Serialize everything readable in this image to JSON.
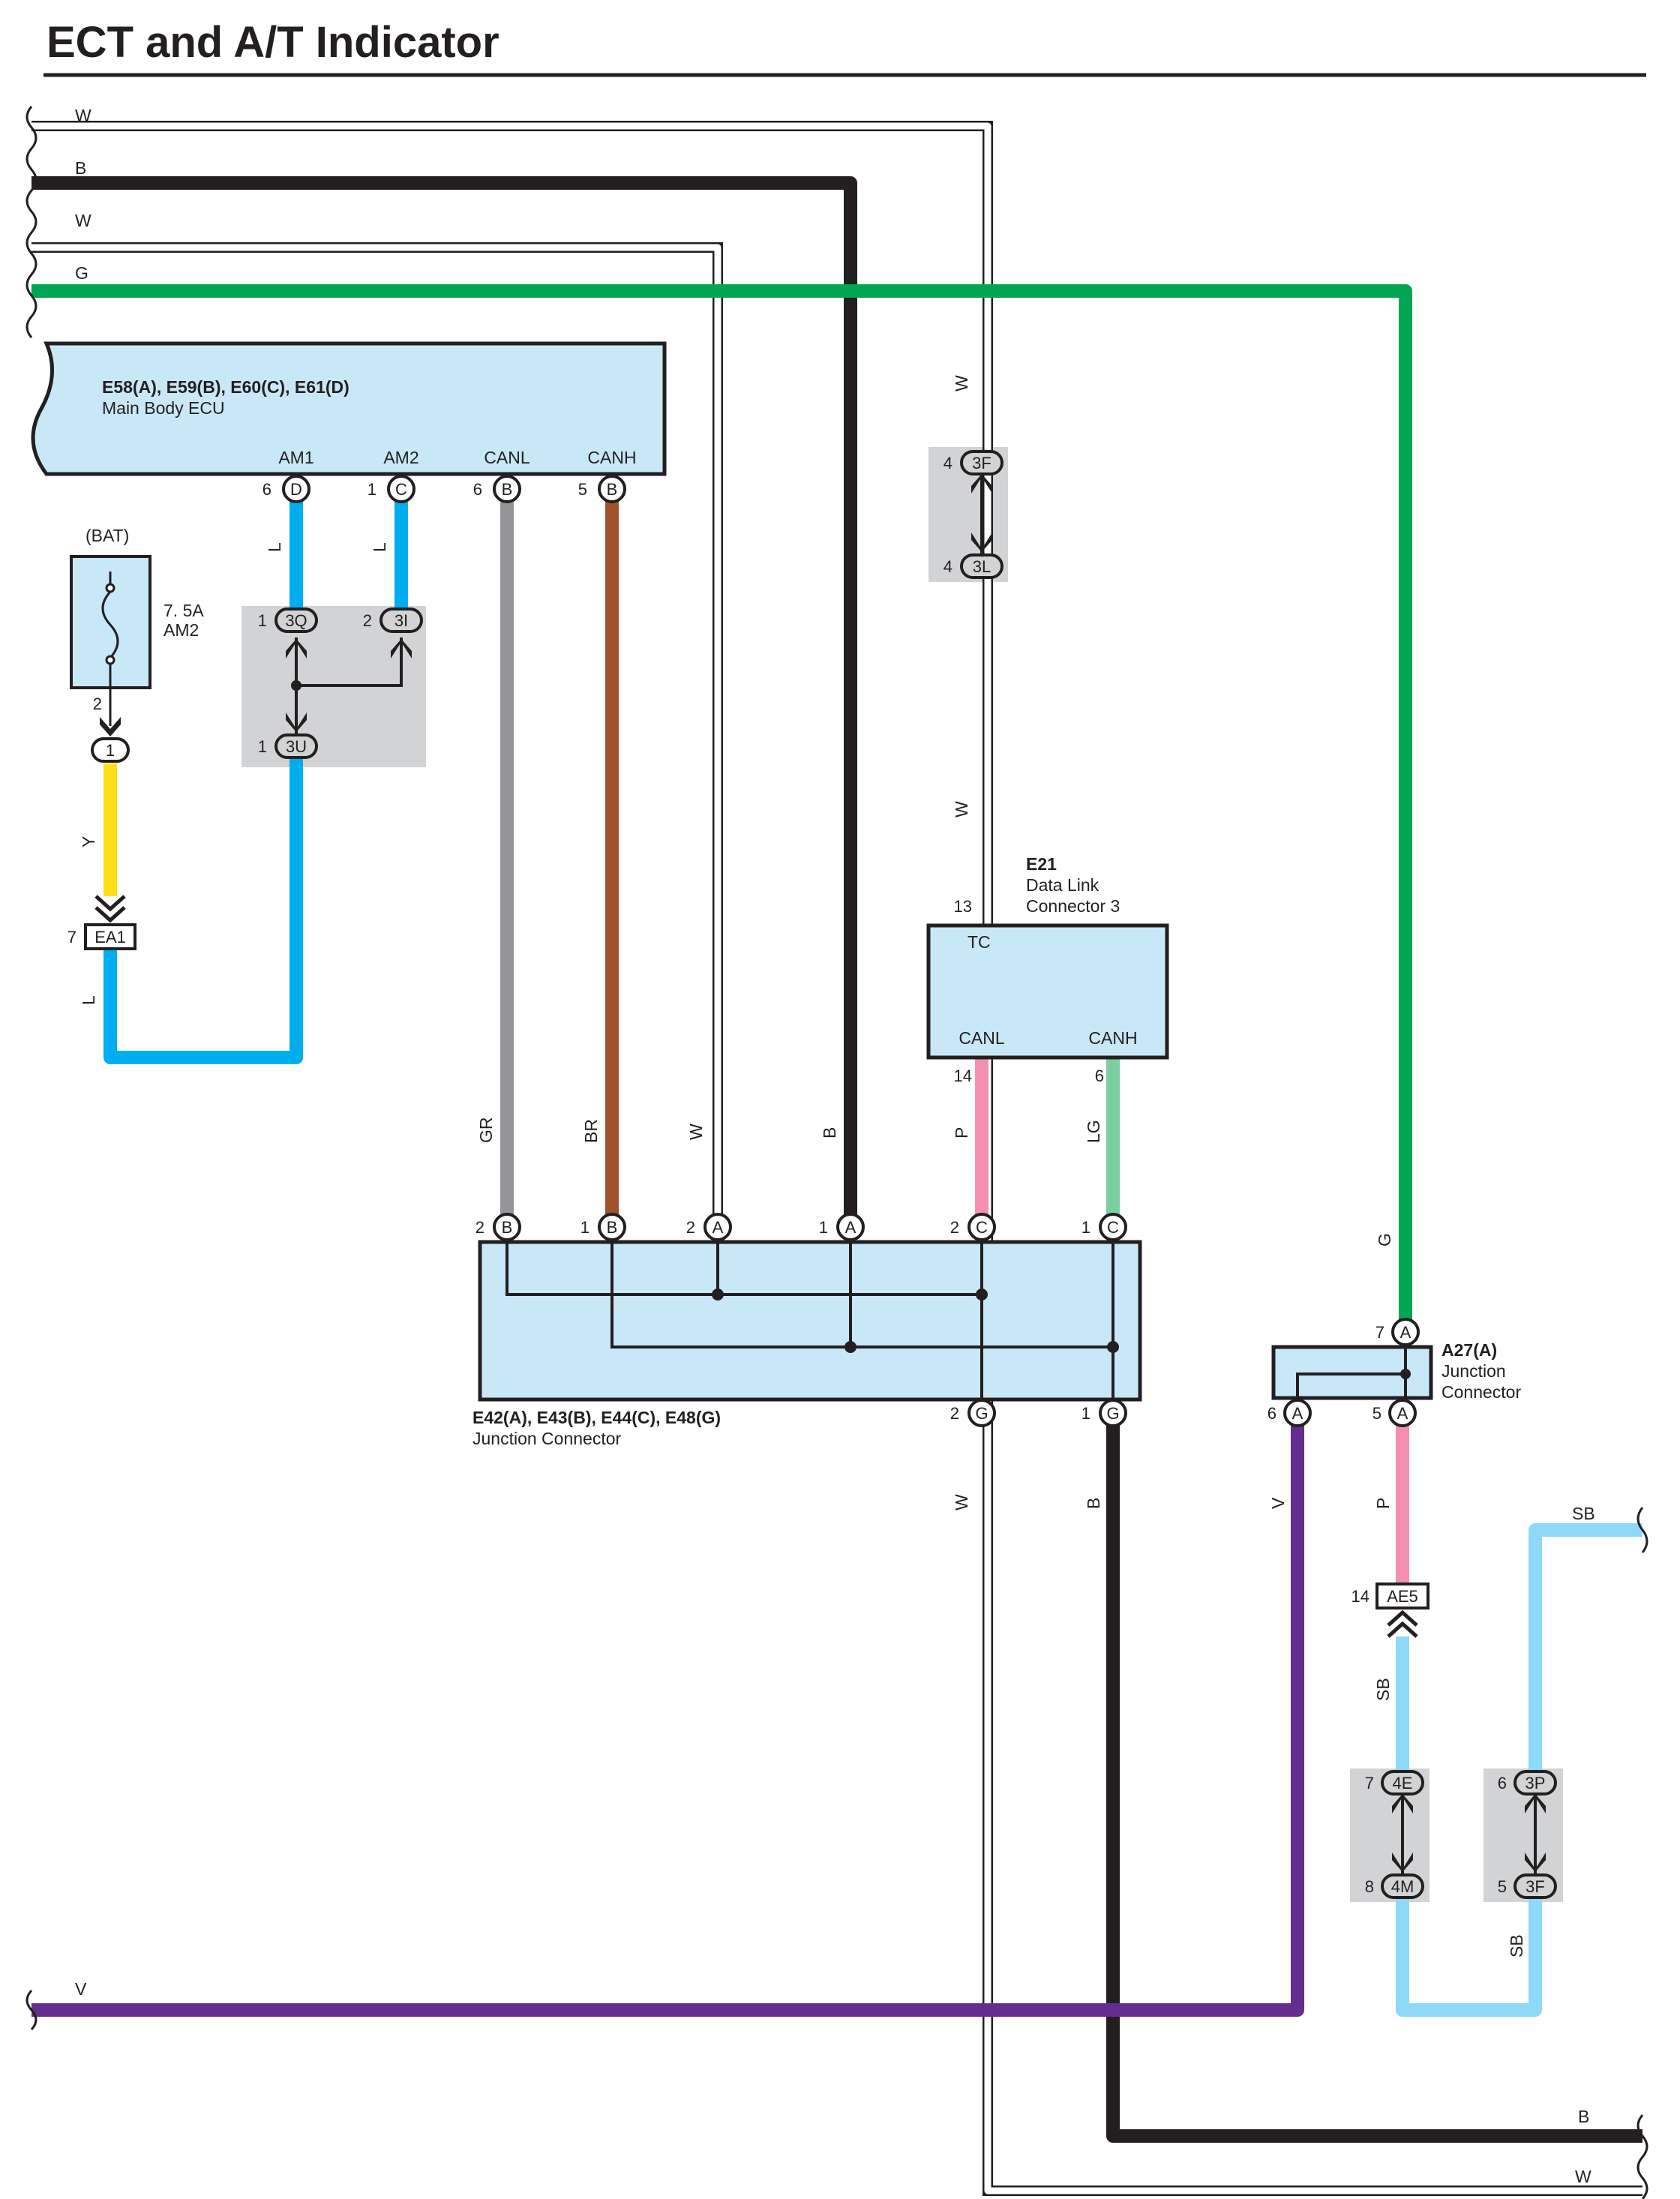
{
  "title": "ECT and A/T Indicator",
  "colors": {
    "W": "#ffffff",
    "B": "#231f20",
    "G": "#00a651",
    "L": "#00aeef",
    "Y": "#ffde17",
    "GR": "#939598",
    "BR": "#a0522d",
    "P": "#f48fb1",
    "LG": "#7ccf9f",
    "V": "#662d91",
    "SB": "#8ed8f8",
    "connector_fill": "#c8e8f8",
    "junction_block_fill": "#d1d3d4"
  },
  "wires": {
    "top_w1": "W",
    "top_b": "B",
    "top_w2": "W",
    "top_g": "G",
    "bottom_v": "V",
    "bottom_b": "B",
    "bottom_w": "W",
    "sb_right": "SB",
    "dlc_w_upper": "W",
    "dlc_w_lower": "W",
    "am1_l": "L",
    "am2_l": "L",
    "fuse_y": "Y",
    "ea1_l": "L",
    "canl_gr": "GR",
    "canh_br": "BR",
    "jc_w_in": "W",
    "jc_b_in": "B",
    "jc_p": "P",
    "jc_lg": "LG",
    "g_vertical": "G",
    "w_out": "W",
    "b_out": "B",
    "v_vertical": "V",
    "p_vertical": "P",
    "sb_upper": "SB",
    "sb_lower": "SB"
  },
  "ecu": {
    "name": "E58(A), E59(B), E60(C), E61(D)",
    "desc": "Main Body ECU",
    "terms": [
      "AM1",
      "AM2",
      "CANL",
      "CANH"
    ],
    "pins": [
      {
        "num": "6",
        "letter": "D"
      },
      {
        "num": "1",
        "letter": "C"
      },
      {
        "num": "6",
        "letter": "B"
      },
      {
        "num": "5",
        "letter": "B"
      }
    ]
  },
  "fuse": {
    "bat": "(BAT)",
    "rating": "7. 5A",
    "name": "AM2",
    "pin": "2",
    "conn": "1"
  },
  "ea1": {
    "pin": "7",
    "name": "EA1"
  },
  "jb_am": {
    "p3q": {
      "num": "1",
      "name": "3Q"
    },
    "p3i": {
      "num": "2",
      "name": "3I"
    },
    "p3u": {
      "num": "1",
      "name": "3U"
    }
  },
  "jb_w": {
    "p3f": {
      "num": "4",
      "name": "3F"
    },
    "p3l": {
      "num": "4",
      "name": "3L"
    }
  },
  "dlc": {
    "id": "E21",
    "name1": "Data Link",
    "name2": "Connector 3",
    "tc": "TC",
    "tc_pin": "13",
    "canl": "CANL",
    "canh": "CANH",
    "canl_pin": "14",
    "canh_pin": "6"
  },
  "jc": {
    "name": "E42(A), E43(B), E44(C), E48(G)",
    "desc": "Junction Connector",
    "top_pins": [
      {
        "num": "2",
        "letter": "B"
      },
      {
        "num": "1",
        "letter": "B"
      },
      {
        "num": "2",
        "letter": "A"
      },
      {
        "num": "1",
        "letter": "A"
      },
      {
        "num": "2",
        "letter": "C"
      },
      {
        "num": "1",
        "letter": "C"
      }
    ],
    "bottom_pins": [
      {
        "num": "2",
        "letter": "G"
      },
      {
        "num": "1",
        "letter": "G"
      }
    ]
  },
  "a27": {
    "id": "A27(A)",
    "name1": "Junction",
    "name2": "Connector",
    "top": {
      "num": "7",
      "letter": "A"
    },
    "left": {
      "num": "6",
      "letter": "A"
    },
    "right": {
      "num": "5",
      "letter": "A"
    }
  },
  "ae5": {
    "pin": "14",
    "name": "AE5"
  },
  "jb_sb1": {
    "top": {
      "num": "7",
      "name": "4E"
    },
    "bot": {
      "num": "8",
      "name": "4M"
    }
  },
  "jb_sb2": {
    "top": {
      "num": "6",
      "name": "3P"
    },
    "bot": {
      "num": "5",
      "name": "3F"
    }
  }
}
